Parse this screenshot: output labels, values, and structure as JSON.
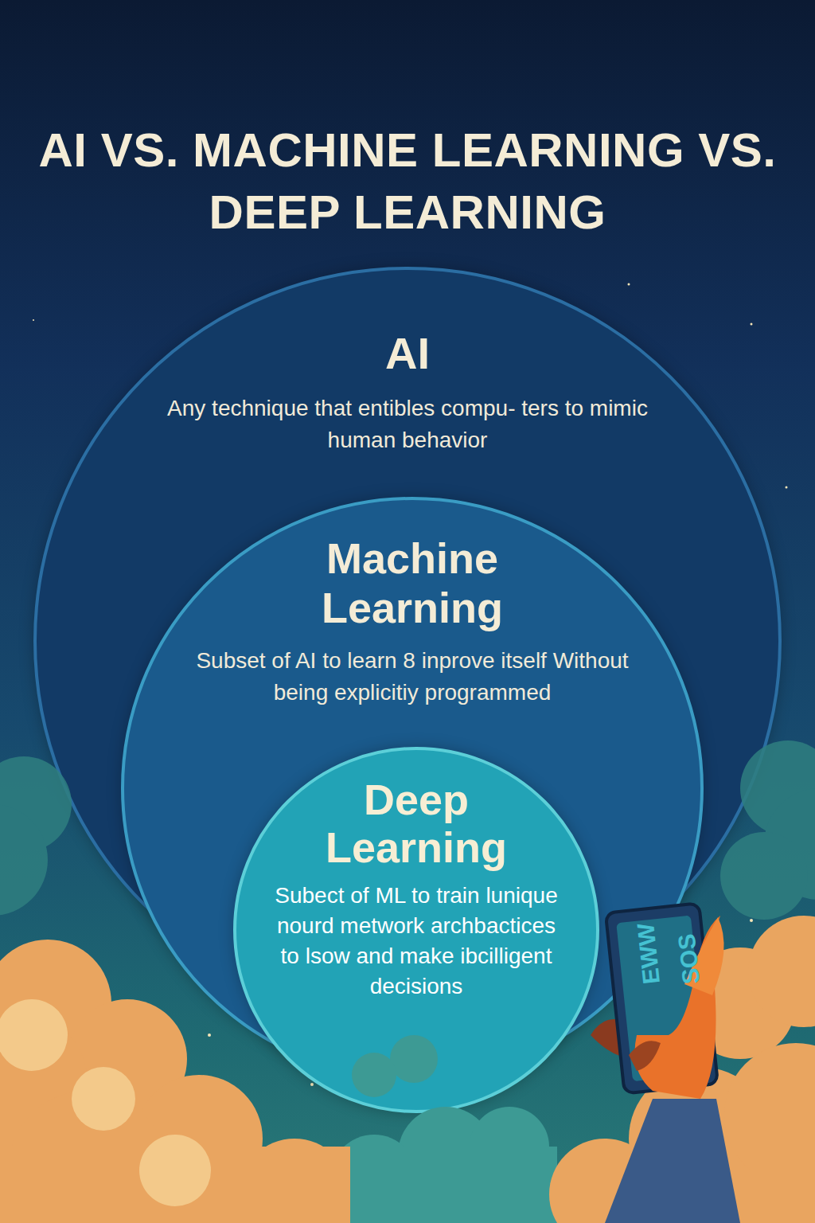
{
  "diagram": {
    "title": "AI VS. MACHINE LEARNING VS. DEEP LEARNING",
    "nodes": [
      {
        "text": [
          "AI",
          "Any technique that entibles compu- ters to mimic human behavior"
        ]
      },
      {
        "text": [
          "Machine Learning",
          "Subset of AI to learn 8 inprove itself Without being explicitiy programmed"
        ],
        "in": 0
      },
      {
        "text": [
          "Deep Learning",
          "Subect of ML to train lunique nourd metwork archbactices to lsow and make ibcilligent decisions"
        ],
        "in": 1
      }
    ],
    "labels": [
      "EWW",
      "SOS"
    ]
  }
}
